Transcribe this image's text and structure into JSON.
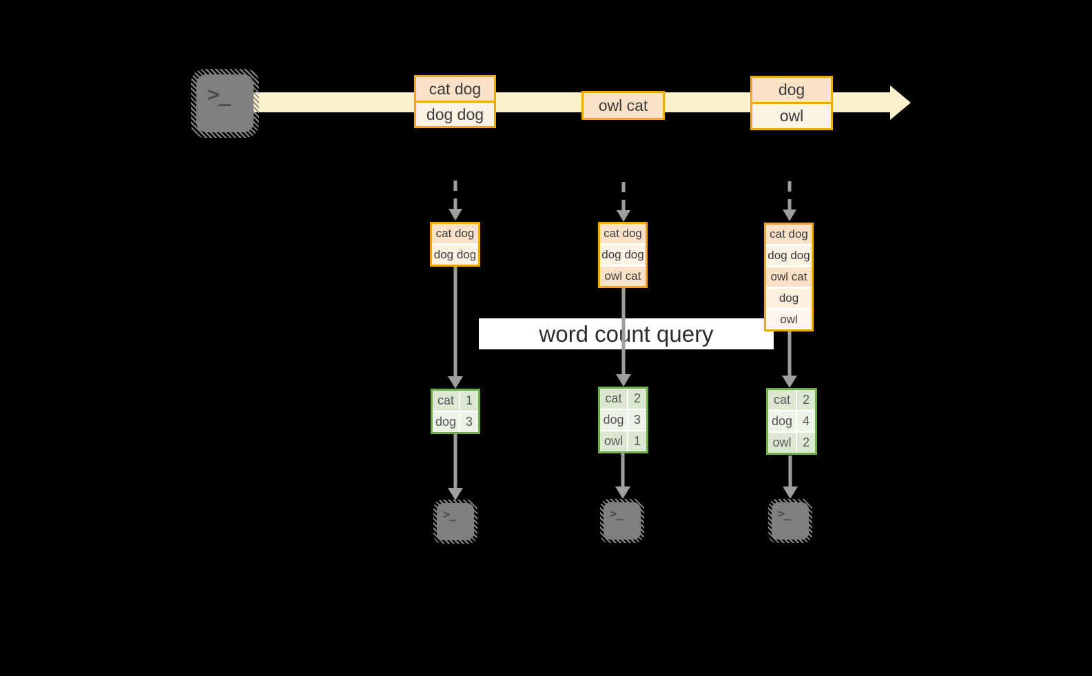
{
  "colors": {
    "background": "#000000",
    "stream-band": "#fcf1cd",
    "box-border": "#f2a70b",
    "box-dark": "#f9e2c7",
    "box-light": "#fcf2e4",
    "box-lighter": "#fdf5ec",
    "table-border": "#6fad49",
    "cell-dark": "#dde8d2",
    "cell-light": "#eef3e8",
    "arrow-gray": "#9e9e9e",
    "terminal-gray": "#7f7f7f",
    "text-dark": "#3b3b3b"
  },
  "terminal": {
    "prompt_glyph": ">_"
  },
  "query": {
    "label": "word count query"
  },
  "stream_events": [
    {
      "messages": [
        "cat dog",
        "dog dog"
      ]
    },
    {
      "messages": [
        "owl cat"
      ]
    },
    {
      "messages": [
        "dog",
        "owl"
      ]
    }
  ],
  "columns": [
    {
      "buffer": [
        "cat dog",
        "dog dog"
      ],
      "counts": [
        {
          "word": "cat",
          "count": "1"
        },
        {
          "word": "dog",
          "count": "3"
        }
      ]
    },
    {
      "buffer": [
        "cat dog",
        "dog dog",
        "owl cat"
      ],
      "counts": [
        {
          "word": "cat",
          "count": "2"
        },
        {
          "word": "dog",
          "count": "3"
        },
        {
          "word": "owl",
          "count": "1"
        }
      ]
    },
    {
      "buffer": [
        "cat dog",
        "dog dog",
        "owl cat",
        "dog",
        "owl"
      ],
      "counts": [
        {
          "word": "cat",
          "count": "2"
        },
        {
          "word": "dog",
          "count": "4"
        },
        {
          "word": "owl",
          "count": "2"
        }
      ]
    }
  ]
}
